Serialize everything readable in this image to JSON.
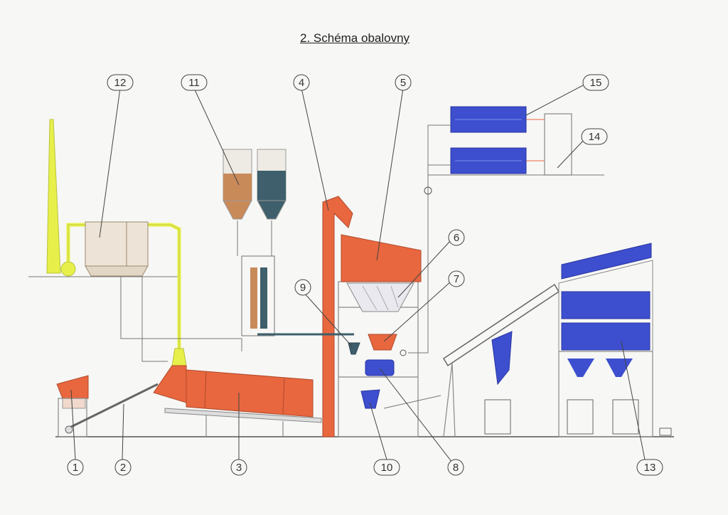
{
  "title": "2. Schéma obalovny",
  "colors": {
    "orange": "#e8673f",
    "dark_orange": "#d5502c",
    "yellow": "#e7f04a",
    "blue": "#3d4fcf",
    "brown": "#c98a5a",
    "slate": "#3e5f6b",
    "frame": "#888888"
  },
  "labels": [
    "1",
    "2",
    "3",
    "4",
    "5",
    "6",
    "7",
    "8",
    "9",
    "10",
    "11",
    "12",
    "13",
    "14",
    "15"
  ]
}
